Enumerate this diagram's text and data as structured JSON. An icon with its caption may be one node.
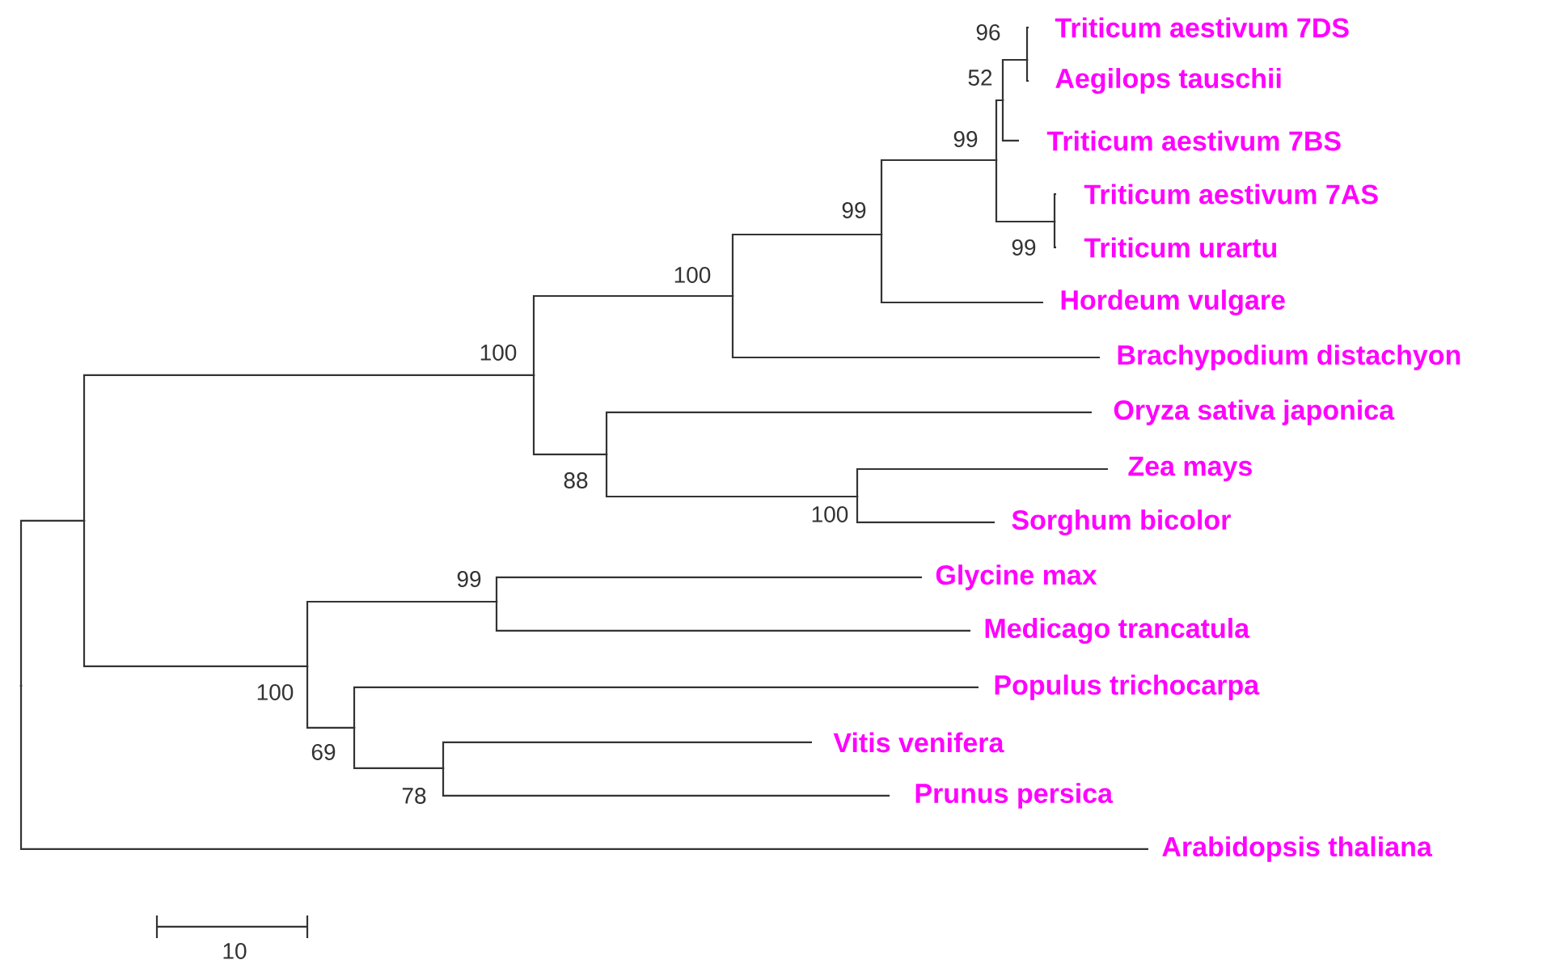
{
  "diagram": {
    "nodes": [
      {
        "text": [
          "Triticum aestivum 7DS"
        ]
      },
      {
        "text": [
          "Aegilops tauschii"
        ]
      },
      {
        "text": [
          "Triticum aestivum 7BS"
        ]
      },
      {
        "text": [
          "Triticum aestivum 7AS"
        ]
      },
      {
        "text": [
          "Triticum urartu"
        ]
      },
      {
        "text": [
          "Hordeum vulgare"
        ]
      },
      {
        "text": [
          "Brachypodium distachyon"
        ]
      },
      {
        "text": [
          "Oryza sativa japonica"
        ]
      },
      {
        "text": [
          "Zea mays"
        ]
      },
      {
        "text": [
          "Sorghum bicolor"
        ]
      },
      {
        "text": [
          "Glycine max"
        ]
      },
      {
        "text": [
          "Medicago trancatula"
        ]
      },
      {
        "text": [
          "Populus trichocarpa"
        ]
      },
      {
        "text": [
          "Vitis venifera"
        ]
      },
      {
        "text": [
          "Prunus persica"
        ]
      },
      {
        "text": [
          "Arabidopsis thaliana"
        ]
      },
      {
        "text": [],
        "shape": "point"
      },
      {
        "text": [],
        "shape": "point"
      },
      {
        "text": [],
        "shape": "point",
        "beside": [
          "100"
        ]
      },
      {
        "text": [],
        "shape": "point",
        "beside": [
          "100"
        ]
      },
      {
        "text": [],
        "shape": "point",
        "beside": [
          "100"
        ]
      },
      {
        "text": [],
        "shape": "point",
        "beside": [
          "88"
        ]
      },
      {
        "text": [],
        "shape": "point",
        "beside": [
          "99"
        ]
      },
      {
        "text": [],
        "shape": "point",
        "beside": [
          "99"
        ]
      },
      {
        "text": [],
        "shape": "point",
        "beside": [
          "52"
        ]
      },
      {
        "text": [],
        "shape": "point",
        "beside": [
          "96"
        ]
      },
      {
        "text": [],
        "shape": "point",
        "beside": [
          "99"
        ]
      },
      {
        "text": [],
        "shape": "point",
        "beside": [
          "100"
        ]
      },
      {
        "text": [],
        "shape": "point",
        "beside": [
          "99"
        ]
      },
      {
        "text": [],
        "shape": "point",
        "beside": [
          "69"
        ]
      },
      {
        "text": [],
        "shape": "point",
        "beside": [
          "78"
        ]
      }
    ],
    "edges": [
      {
        "from": 16,
        "to": 17,
        "arrow": "none"
      },
      {
        "from": 16,
        "to": 15,
        "arrow": "none"
      },
      {
        "from": 17,
        "to": 18,
        "arrow": "none"
      },
      {
        "from": 17,
        "to": 19,
        "arrow": "none"
      },
      {
        "from": 18,
        "to": 20,
        "arrow": "none"
      },
      {
        "from": 18,
        "to": 21,
        "arrow": "none"
      },
      {
        "from": 20,
        "to": 22,
        "arrow": "none"
      },
      {
        "from": 20,
        "to": 6,
        "arrow": "none"
      },
      {
        "from": 22,
        "to": 23,
        "arrow": "none"
      },
      {
        "from": 22,
        "to": 5,
        "arrow": "none"
      },
      {
        "from": 23,
        "to": 24,
        "arrow": "none"
      },
      {
        "from": 23,
        "to": 26,
        "arrow": "none"
      },
      {
        "from": 24,
        "to": 25,
        "arrow": "none"
      },
      {
        "from": 24,
        "to": 2,
        "arrow": "none"
      },
      {
        "from": 25,
        "to": 0,
        "arrow": "none"
      },
      {
        "from": 25,
        "to": 1,
        "arrow": "none"
      },
      {
        "from": 26,
        "to": 3,
        "arrow": "none"
      },
      {
        "from": 26,
        "to": 4,
        "arrow": "none"
      },
      {
        "from": 21,
        "to": 7,
        "arrow": "none"
      },
      {
        "from": 21,
        "to": 27,
        "arrow": "none"
      },
      {
        "from": 27,
        "to": 8,
        "arrow": "none"
      },
      {
        "from": 27,
        "to": 9,
        "arrow": "none"
      },
      {
        "from": 19,
        "to": 28,
        "arrow": "none"
      },
      {
        "from": 19,
        "to": 29,
        "arrow": "none"
      },
      {
        "from": 28,
        "to": 10,
        "arrow": "none"
      },
      {
        "from": 28,
        "to": 11,
        "arrow": "none"
      },
      {
        "from": 29,
        "to": 12,
        "arrow": "none"
      },
      {
        "from": 29,
        "to": 30,
        "arrow": "none"
      },
      {
        "from": 30,
        "to": 13,
        "arrow": "none"
      },
      {
        "from": 30,
        "to": 14,
        "arrow": "none"
      }
    ],
    "labels": [
      "10"
    ]
  }
}
